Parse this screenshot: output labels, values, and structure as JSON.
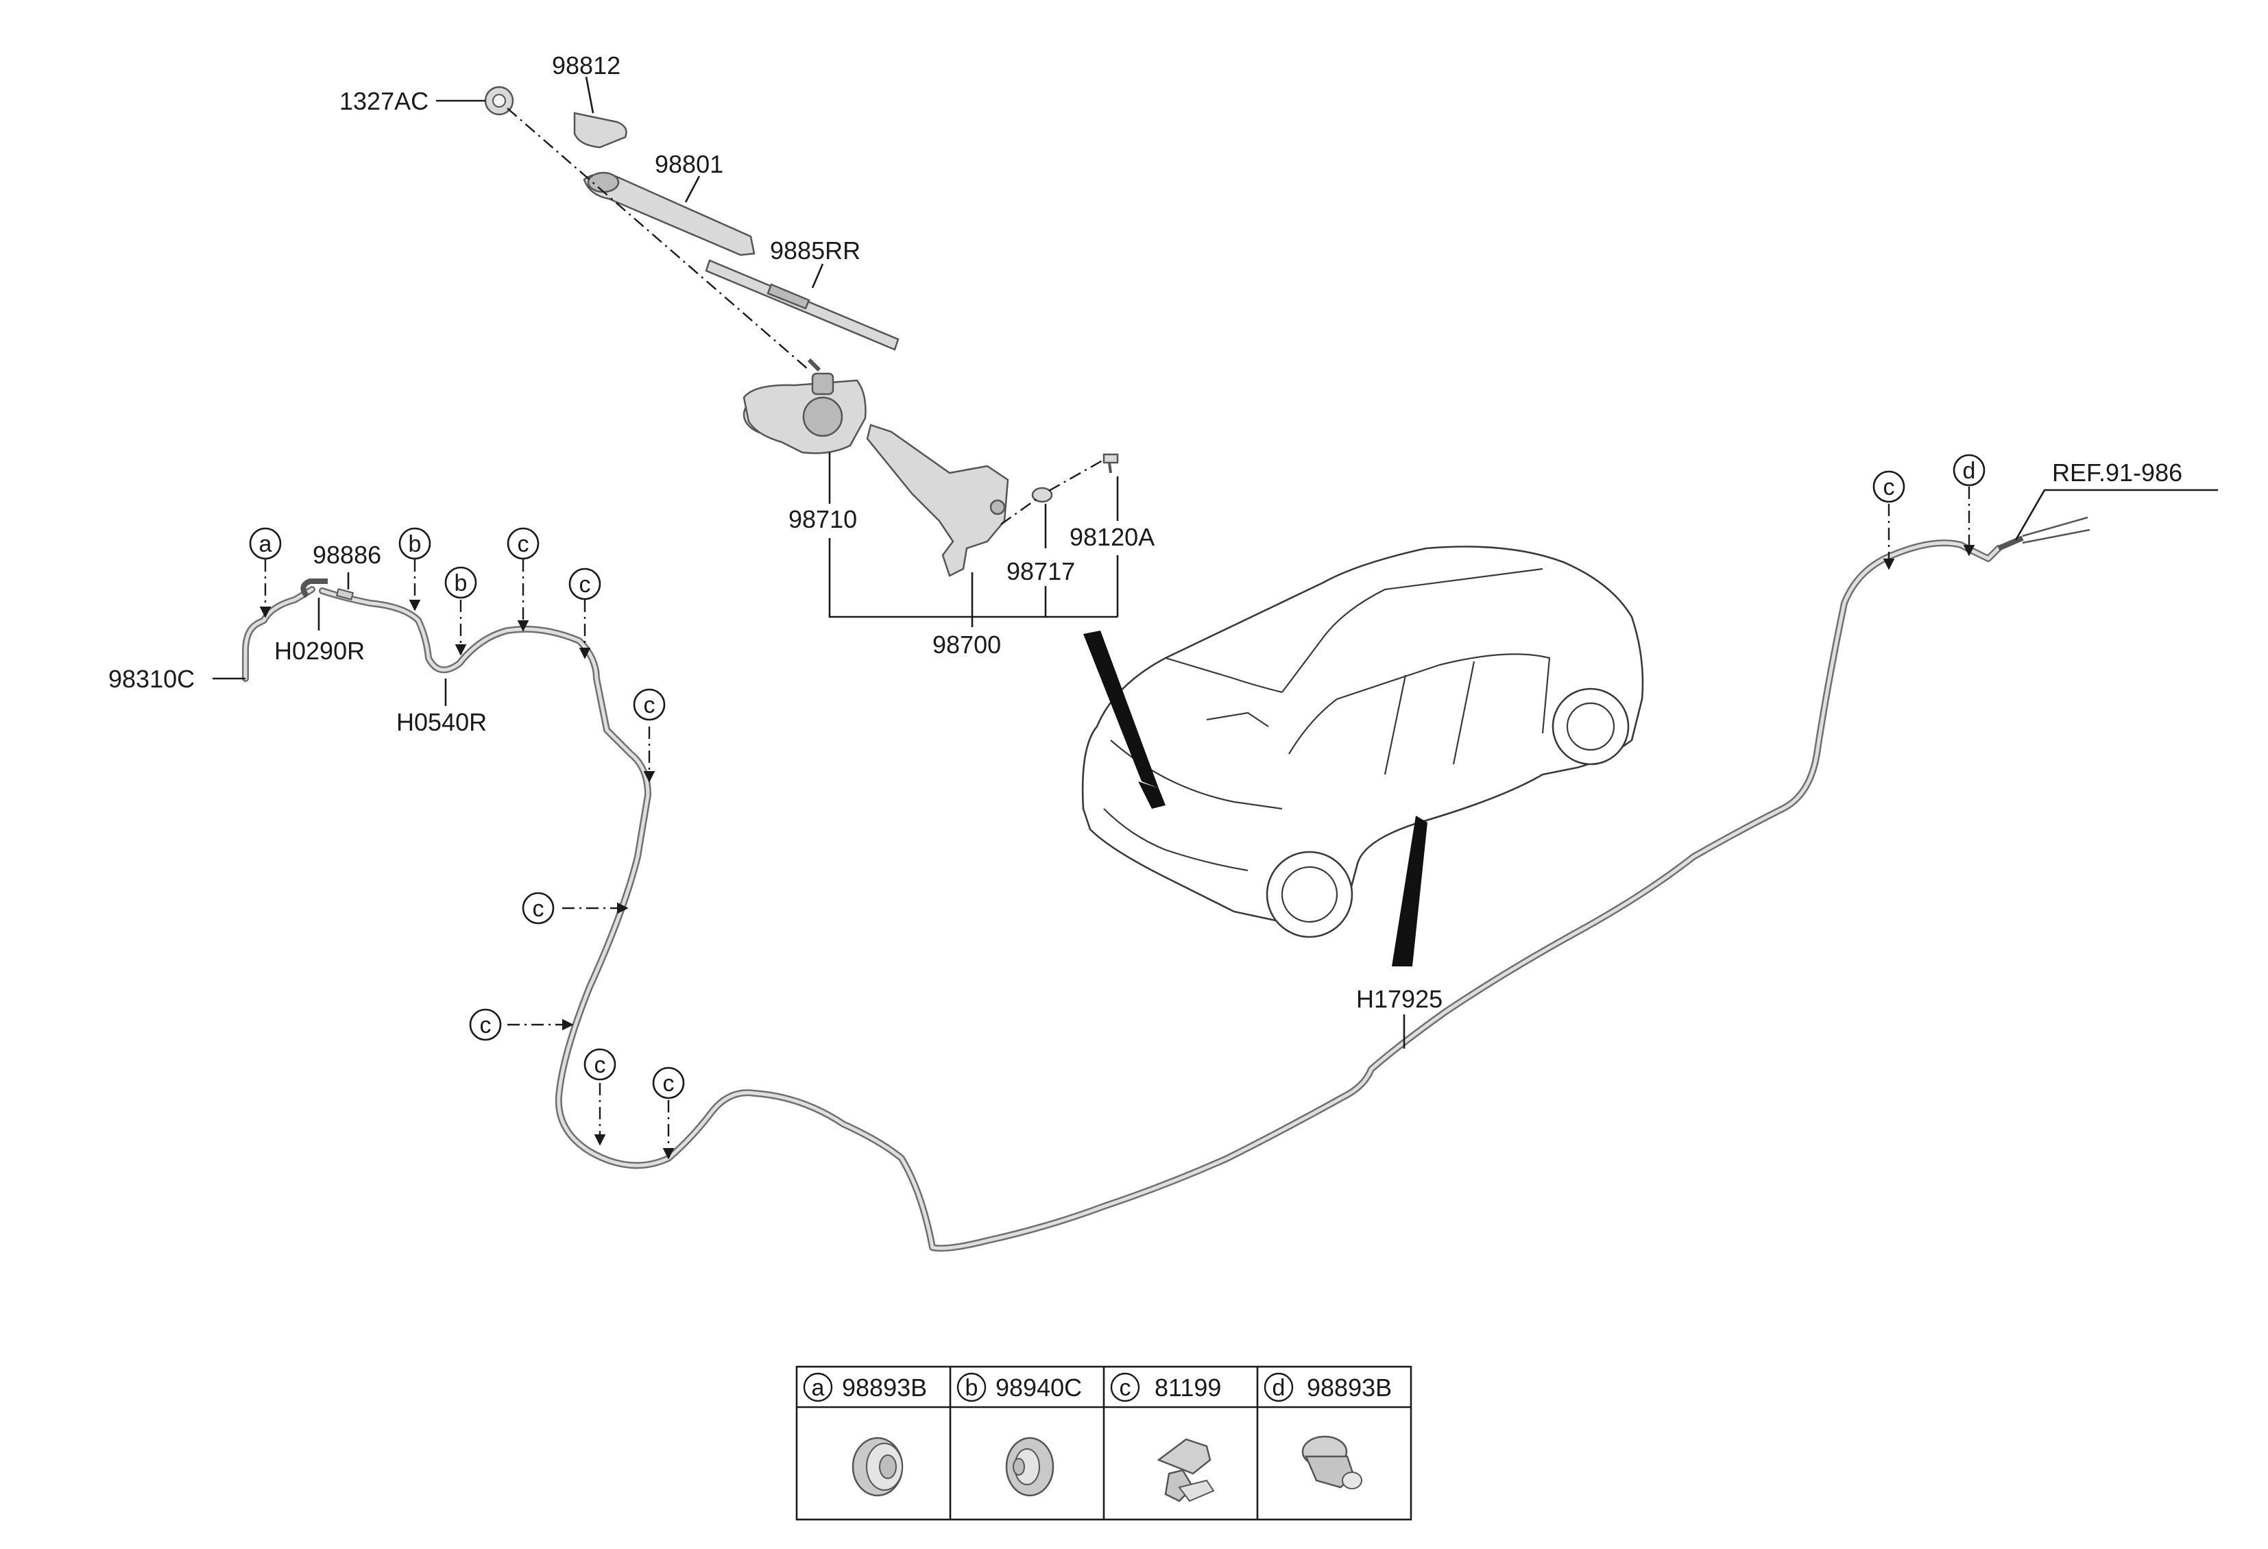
{
  "labels": {
    "p1327AC": "1327AC",
    "p98812": "98812",
    "p98801": "98801",
    "p9885RR": "9885RR",
    "p98710": "98710",
    "p98717": "98717",
    "p98120A": "98120A",
    "p98700": "98700",
    "p98886": "98886",
    "pH0290R": "H0290R",
    "p98310C": "98310C",
    "pH0540R": "H0540R",
    "pH17925": "H17925",
    "pREF": "REF.91-986"
  },
  "callouts": {
    "a": "a",
    "b": "b",
    "c": "c",
    "d": "d"
  },
  "legend": [
    {
      "letter": "a",
      "part": "98893B",
      "icon": "grommet-icon"
    },
    {
      "letter": "b",
      "part": "98940C",
      "icon": "grommet-icon"
    },
    {
      "letter": "c",
      "part": "81199",
      "icon": "clip-icon"
    },
    {
      "letter": "d",
      "part": "98893B",
      "icon": "grommet-icon"
    }
  ]
}
